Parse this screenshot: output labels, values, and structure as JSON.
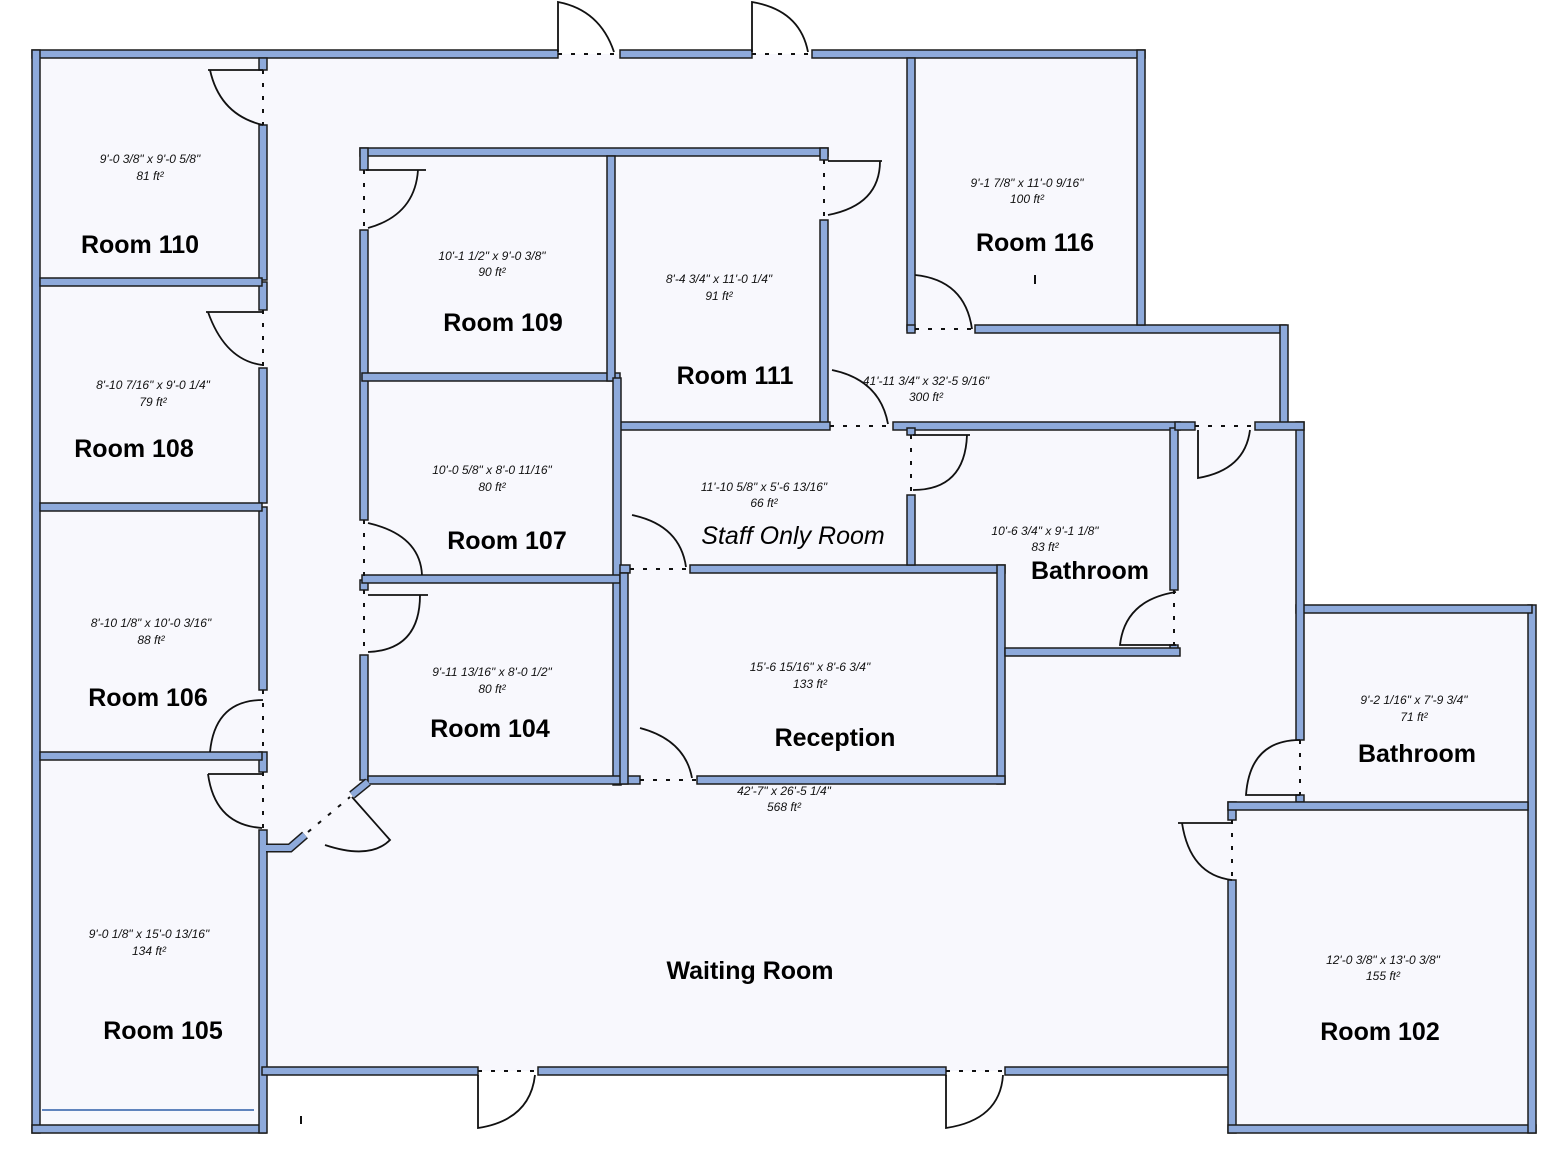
{
  "plan": {
    "colors": {
      "wall": "#8eaadb",
      "floor": "#f8f8fd",
      "outline": "#1c1c1c"
    },
    "rooms": [
      {
        "id": "room-110",
        "name": "Room 110",
        "dims": "9'-0 3/8\" x 9'-0 5/8\"",
        "area": "81 ft²"
      },
      {
        "id": "room-108",
        "name": "Room 108",
        "dims": "8'-10 7/16\" x 9'-0 1/4\"",
        "area": "79 ft²"
      },
      {
        "id": "room-106",
        "name": "Room 106",
        "dims": "8'-10 1/8\" x 10'-0 3/16\"",
        "area": "88 ft²"
      },
      {
        "id": "room-105",
        "name": "Room 105",
        "dims": "9'-0 1/8\" x 15'-0 13/16\"",
        "area": "134 ft²"
      },
      {
        "id": "room-109",
        "name": "Room 109",
        "dims": "10'-1 1/2\" x 9'-0 3/8\"",
        "area": "90 ft²"
      },
      {
        "id": "room-107",
        "name": "Room 107",
        "dims": "10'-0 5/8\" x 8'-0 11/16\"",
        "area": "80 ft²"
      },
      {
        "id": "room-104",
        "name": "Room 104",
        "dims": "9'-11 13/16\" x 8'-0 1/2\"",
        "area": "80 ft²"
      },
      {
        "id": "room-111",
        "name": "Room 111",
        "dims": "8'-4 3/4\" x 11'-0 1/4\"",
        "area": "91 ft²"
      },
      {
        "id": "room-116",
        "name": "Room 116",
        "dims": "9'-1 7/8\" x 11'-0 9/16\"",
        "area": "100 ft²"
      },
      {
        "id": "staff-only-room",
        "name": "Staff Only Room",
        "dims": "11'-10 5/8\" x 5'-6 13/16\"",
        "area": "66 ft²"
      },
      {
        "id": "bathroom-1",
        "name": "Bathroom",
        "dims": "10'-6 3/4\" x 9'-1 1/8\"",
        "area": "83 ft²"
      },
      {
        "id": "reception",
        "name": "Reception",
        "dims": "15'-6 15/16\" x 8'-6 3/4\"",
        "area": "133 ft²"
      },
      {
        "id": "bathroom-2",
        "name": "Bathroom",
        "dims": "9'-2 1/16\" x 7'-9 3/4\"",
        "area": "71 ft²"
      },
      {
        "id": "room-102",
        "name": "Room 102",
        "dims": "12'-0 3/8\" x 13'-0 3/8\"",
        "area": "155 ft²"
      },
      {
        "id": "waiting-room",
        "name": "Waiting Room",
        "dims": "42'-7\" x 26'-5 1/4\"",
        "area": "568 ft²"
      },
      {
        "id": "hallway",
        "name": "",
        "dims": "41'-11 3/4\" x 32'-5 9/16\"",
        "area": "300 ft²"
      }
    ]
  }
}
